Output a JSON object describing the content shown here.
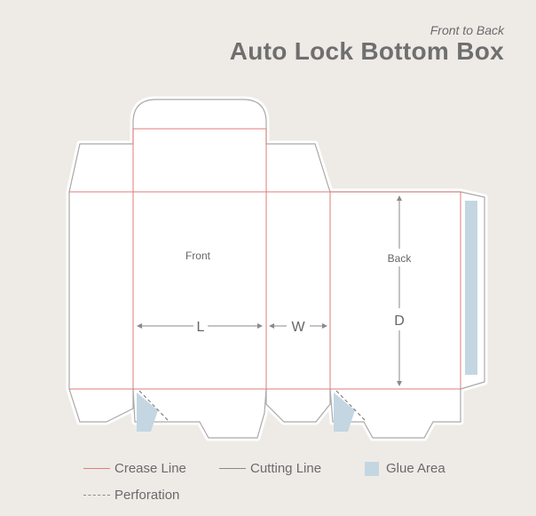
{
  "header": {
    "subtitle": "Front to Back",
    "title": "Auto Lock Bottom Box"
  },
  "panels": {
    "front": "Front",
    "back": "Back"
  },
  "dimensions": {
    "length": "L",
    "width": "W",
    "depth": "D"
  },
  "legend": {
    "crease": "Crease Line",
    "cutting": "Cutting Line",
    "glue": "Glue Area",
    "perforation": "Perforation"
  },
  "colors": {
    "background": "#eeebe7",
    "crease": "#e07b7b",
    "cutting": "#a8a8a8",
    "glue": "#c3d6e2"
  }
}
